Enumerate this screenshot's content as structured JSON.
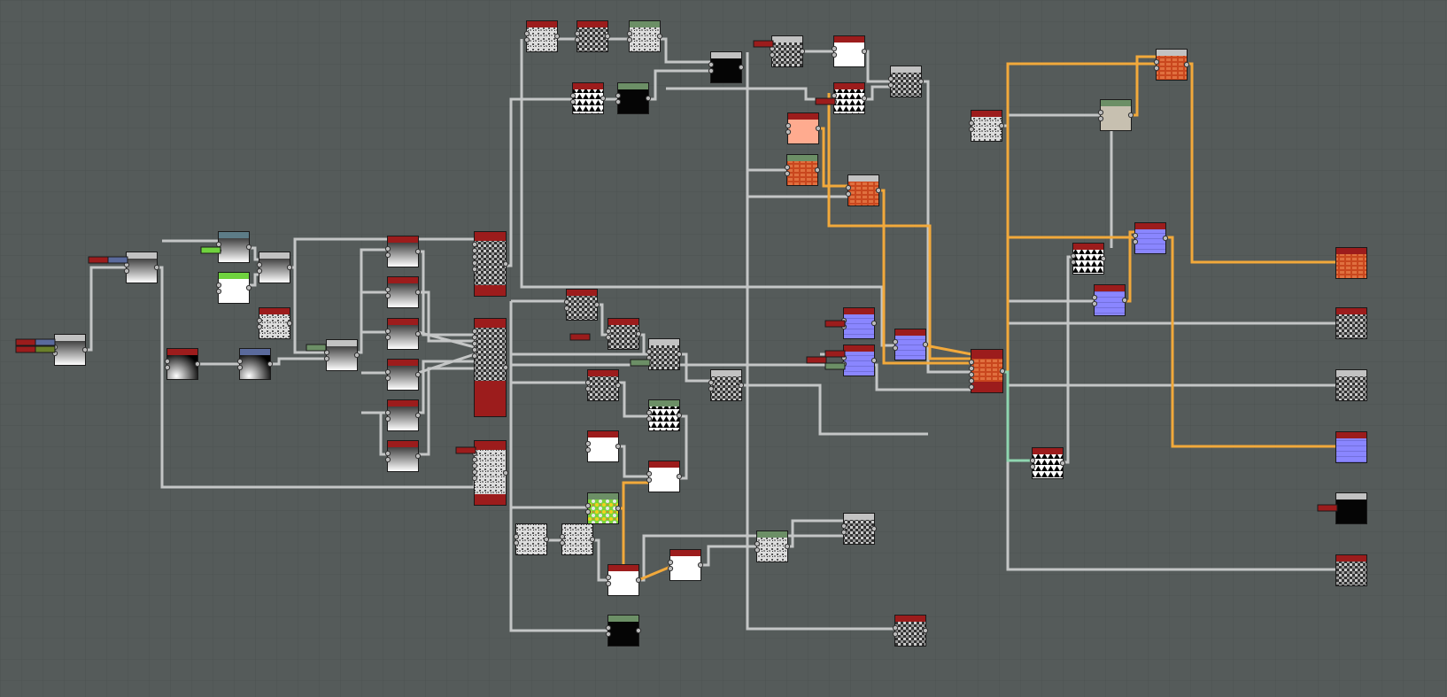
{
  "canvas": {
    "background": "#555b5a",
    "grid_line": "#4d5352",
    "wire": "#c4c6c6",
    "wire_highlight": "#f2a93b",
    "wire_selected": "#8fd6b0"
  },
  "header_colors": {
    "red": "#9c1c1c",
    "grey": "#c2c2c2",
    "green": "#6c8f66",
    "slate": "#5d7c87",
    "blue": "#5a6a9c",
    "lime": "#6fd23e",
    "none": "transparent"
  },
  "thumb_colors": {
    "orange": "#c9471e",
    "blue": "#8a86ff",
    "salmon": "#ffab8f",
    "beige": "#c7c0b0",
    "black": "#050505",
    "white": "#ffffff"
  },
  "nodes": [
    {
      "header": "grey",
      "thumb": "gradient"
    },
    {
      "header": "grey",
      "thumb": "gradient"
    },
    {
      "header": "slate",
      "thumb": "gradient"
    },
    {
      "header": "grey",
      "thumb": "gradient"
    },
    {
      "header": "lime",
      "thumb": "white"
    },
    {
      "header": "red",
      "thumb": "noise"
    },
    {
      "header": "red",
      "thumb": "darkgrad"
    },
    {
      "header": "blue",
      "thumb": "darkgrad"
    },
    {
      "header": "grey",
      "thumb": "gradient"
    },
    {
      "header": "red",
      "thumb": "gradient"
    },
    {
      "header": "red",
      "thumb": "gradient"
    },
    {
      "header": "red",
      "thumb": "gradient"
    },
    {
      "header": "red",
      "thumb": "gradient"
    },
    {
      "header": "red",
      "thumb": "gradient"
    },
    {
      "header": "red",
      "thumb": "gradient"
    },
    {
      "header": "red",
      "thumb": "checker"
    },
    {
      "header": "red",
      "thumb": "checker"
    },
    {
      "header": "red",
      "thumb": "noise"
    },
    {
      "header": "red",
      "thumb": "noise"
    },
    {
      "header": "red",
      "thumb": "checker"
    },
    {
      "header": "green",
      "thumb": "noise"
    },
    {
      "header": "grey",
      "thumb": "black"
    },
    {
      "header": "red",
      "thumb": "tri"
    },
    {
      "header": "green",
      "thumb": "black"
    },
    {
      "header": "grey",
      "thumb": "checker"
    },
    {
      "header": "red",
      "thumb": "white"
    },
    {
      "header": "grey",
      "thumb": "checker"
    },
    {
      "header": "red",
      "thumb": "tri"
    },
    {
      "header": "red",
      "thumb": "salmon"
    },
    {
      "header": "green",
      "thumb": "orange"
    },
    {
      "header": "grey",
      "thumb": "orange"
    },
    {
      "header": "red",
      "thumb": "noise"
    },
    {
      "header": "green",
      "thumb": "beige"
    },
    {
      "header": "grey",
      "thumb": "orange"
    },
    {
      "header": "red",
      "thumb": "checker"
    },
    {
      "header": "red",
      "thumb": "checker"
    },
    {
      "header": "grey",
      "thumb": "checker"
    },
    {
      "header": "grey",
      "thumb": "checker"
    },
    {
      "header": "red",
      "thumb": "checker"
    },
    {
      "header": "green",
      "thumb": "tri"
    },
    {
      "header": "red",
      "thumb": "white"
    },
    {
      "header": "red",
      "thumb": "white"
    },
    {
      "header": "green",
      "thumb": "color"
    },
    {
      "header": "none",
      "thumb": "noise"
    },
    {
      "header": "none",
      "thumb": "noise"
    },
    {
      "header": "red",
      "thumb": "white"
    },
    {
      "header": "red",
      "thumb": "white"
    },
    {
      "header": "green",
      "thumb": "noise"
    },
    {
      "header": "grey",
      "thumb": "checker"
    },
    {
      "header": "green",
      "thumb": "black"
    },
    {
      "header": "red",
      "thumb": "checker"
    },
    {
      "header": "red",
      "thumb": "blue"
    },
    {
      "header": "red",
      "thumb": "blue"
    },
    {
      "header": "red",
      "thumb": "blue"
    },
    {
      "header": "red",
      "thumb": "orange"
    },
    {
      "header": "red",
      "thumb": "tri"
    },
    {
      "header": "red",
      "thumb": "blue"
    },
    {
      "header": "red",
      "thumb": "blue"
    },
    {
      "header": "red",
      "thumb": "tri"
    },
    {
      "header": "red",
      "thumb": "orange"
    },
    {
      "header": "red",
      "thumb": "checker"
    },
    {
      "header": "grey",
      "thumb": "checker"
    },
    {
      "header": "red",
      "thumb": "blue"
    },
    {
      "header": "grey",
      "thumb": "black"
    },
    {
      "header": "red",
      "thumb": "checker"
    }
  ]
}
